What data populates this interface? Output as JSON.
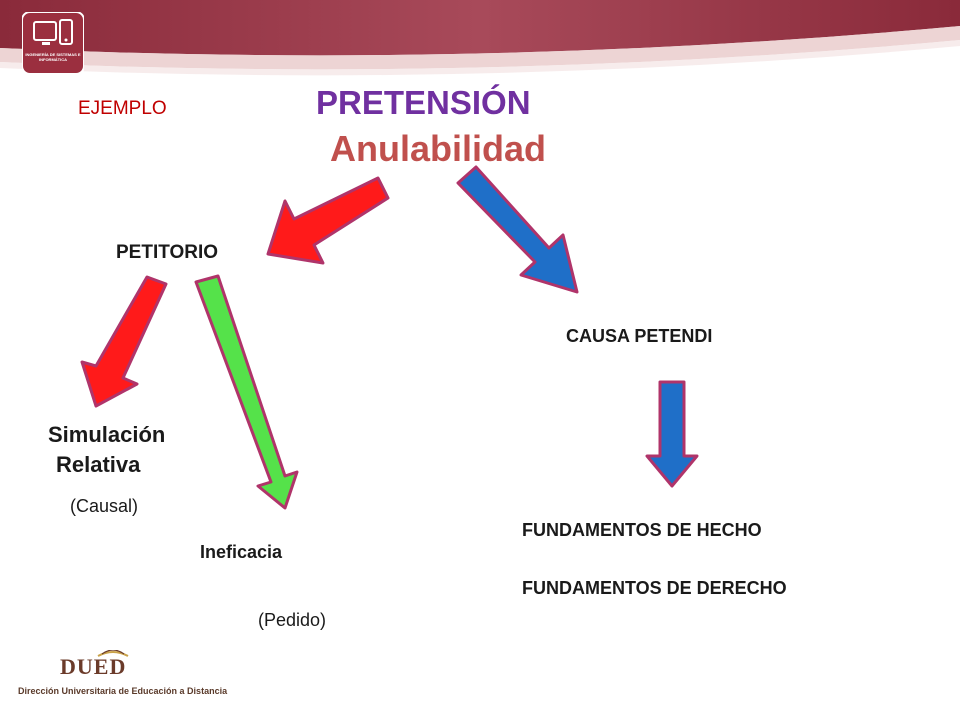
{
  "header": {
    "logo_caption": "INGENIERÍA DE SISTEMAS E INFORMÁTICA",
    "colors": {
      "band_dark": "#8a2a3a",
      "band_light": "#e8c9c9"
    }
  },
  "slide": {
    "ejemplo": "EJEMPLO",
    "title": "PRETENSIÓN",
    "subtitle": "Anulabilidad",
    "petitorio": "PETITORIO",
    "causa_petendi": "CAUSA PETENDI",
    "simulacion": "Simulación",
    "relativa": "Relativa",
    "causal": "(Causal)",
    "ineficacia": "Ineficacia",
    "pedido": "(Pedido)",
    "fundamentos_hecho": "FUNDAMENTOS DE HECHO",
    "fundamentos_derecho": "FUNDAMENTOS DE DERECHO"
  },
  "footer": {
    "logo_text": "DUED",
    "caption": "Dirección Universitaria de Educación a Distancia"
  },
  "colors": {
    "arrow_red": "#ff1a1a",
    "arrow_blue": "#1f6fc8",
    "arrow_green": "#55e24a",
    "arrow_outline": "#b0346a",
    "title_purple": "#7030a0",
    "subtitle_red": "#c0504d"
  }
}
